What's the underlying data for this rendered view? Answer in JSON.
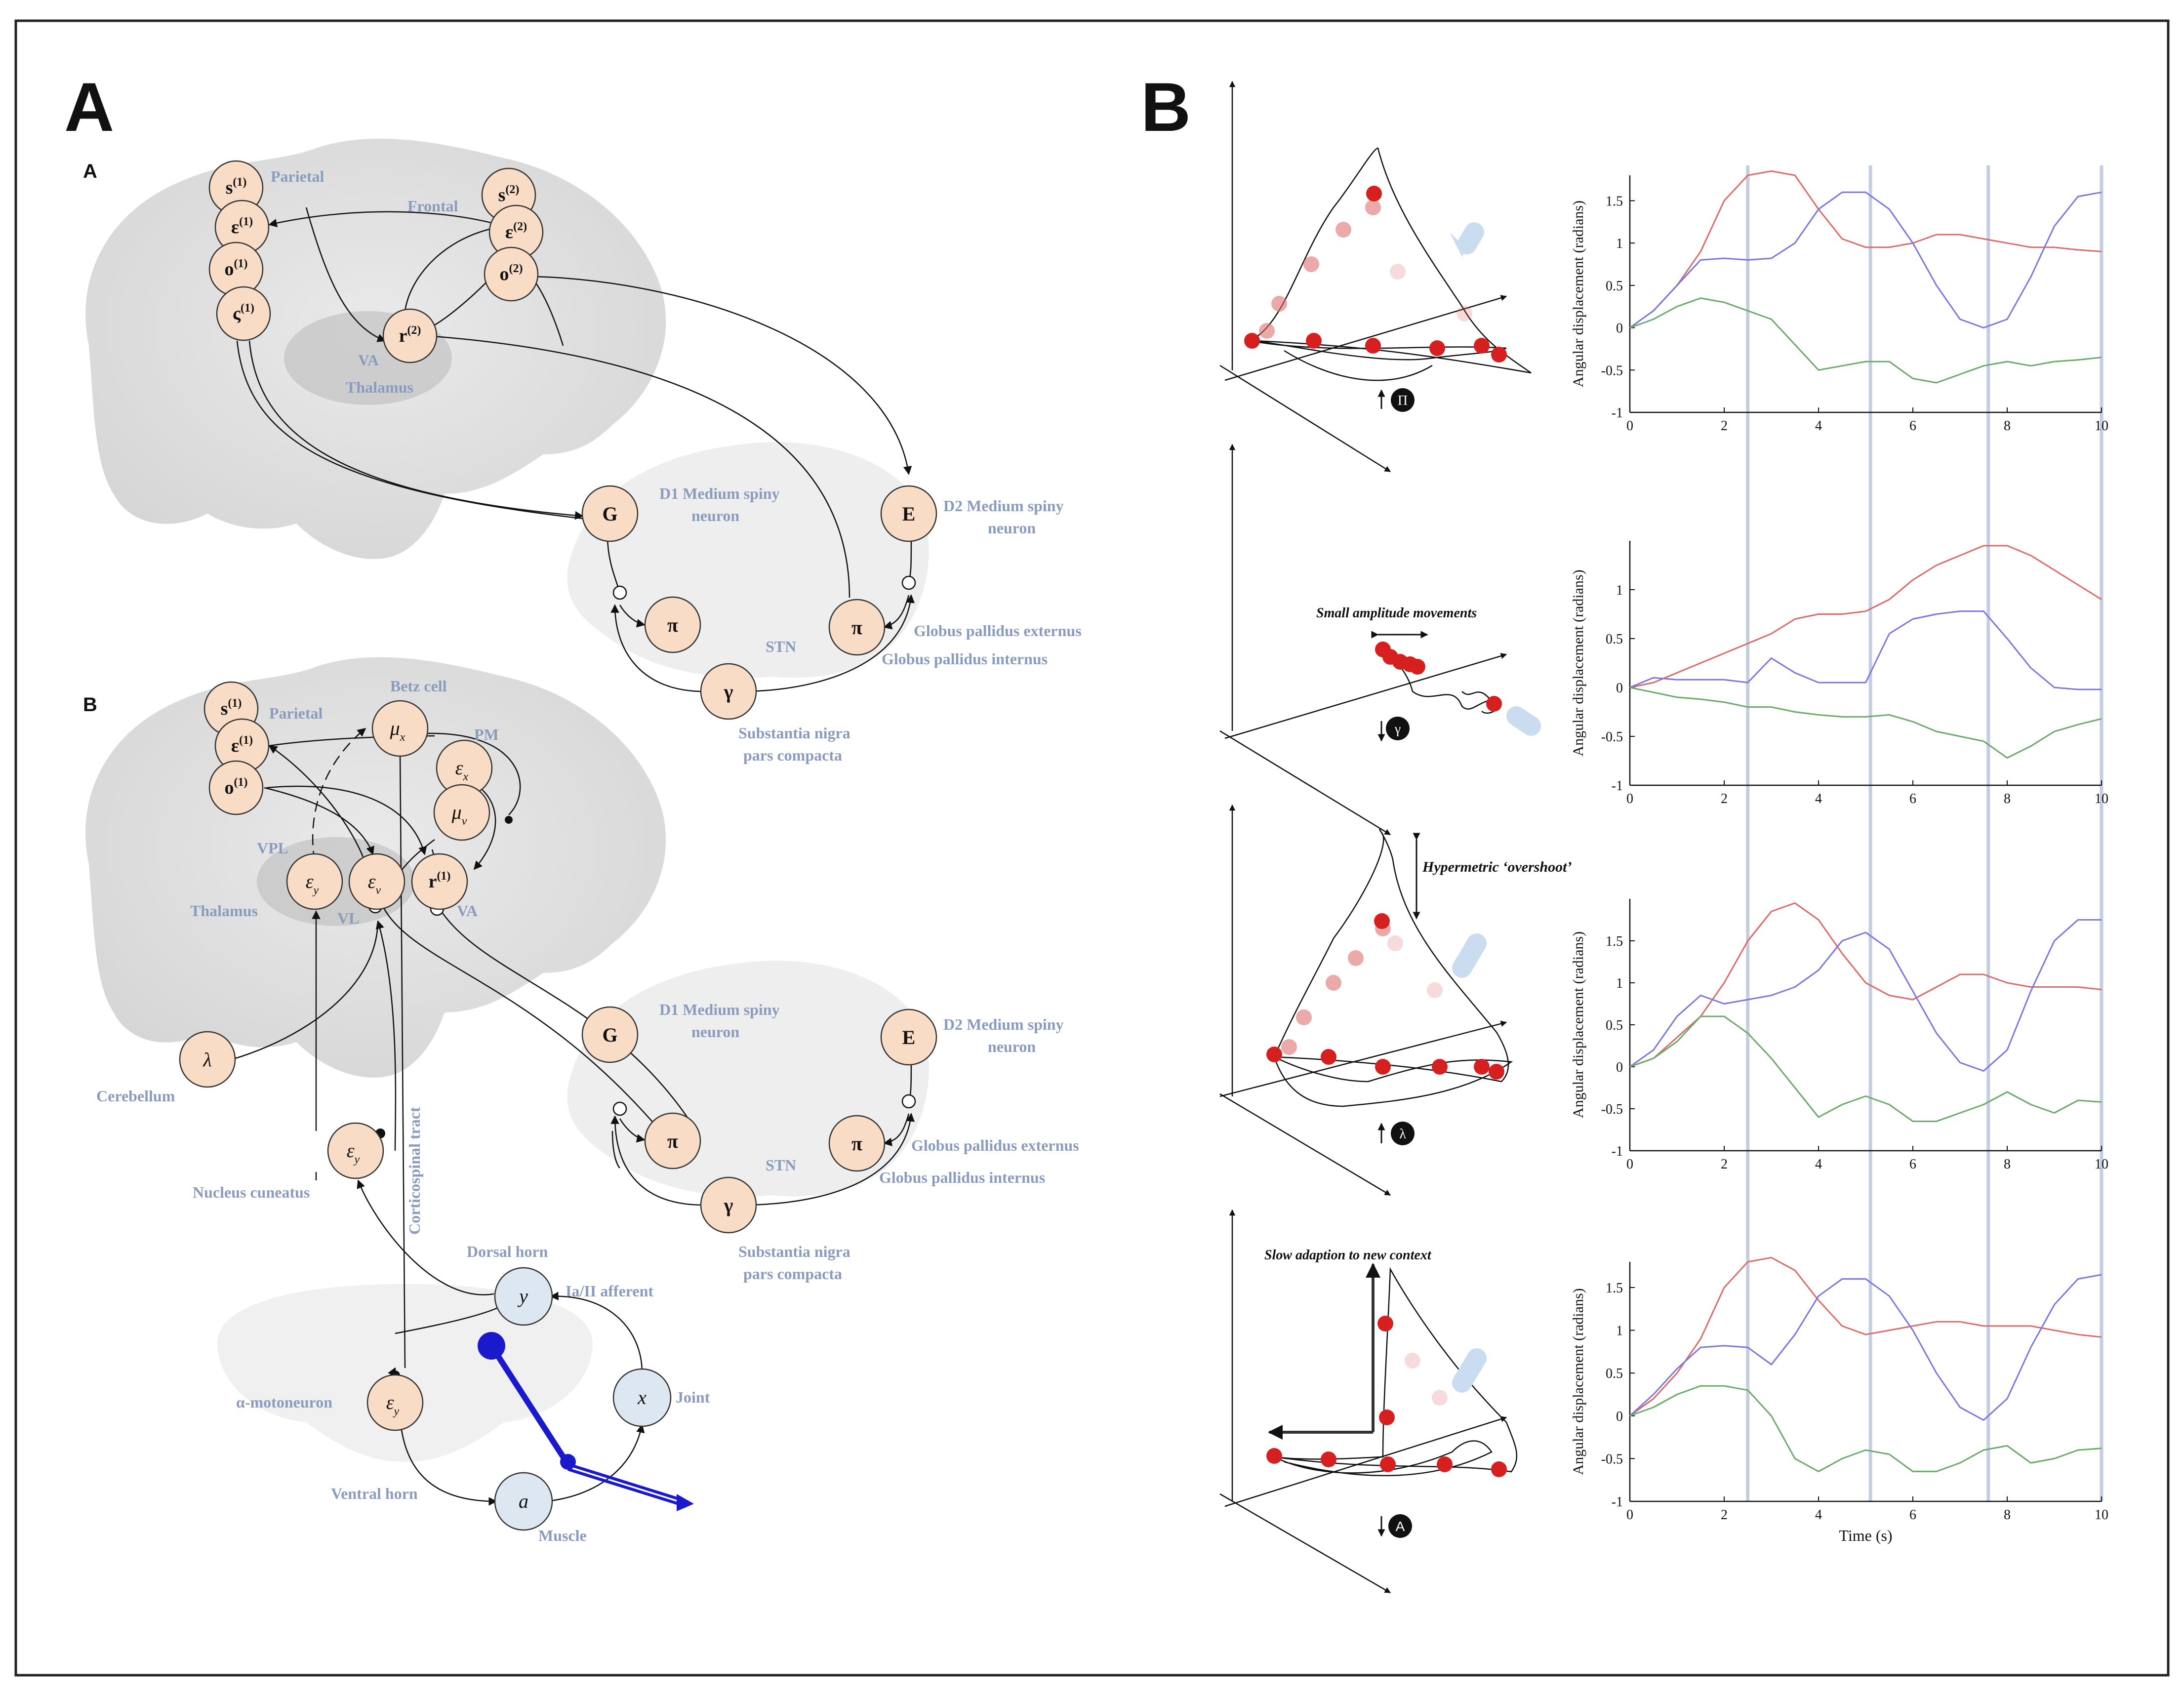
{
  "panels": {
    "A": "A",
    "B": "B"
  },
  "sections": {
    "a": "A",
    "b": "B"
  },
  "colors": {
    "node_fill": "#f9dcc6",
    "node_blue": "#dde7f1",
    "label": "#8a9cbd",
    "red": "#e06a6a",
    "blue": "#7a78e0",
    "green": "#6aaa6a",
    "arm": "#1a1acc"
  },
  "diagramA": {
    "nodes": {
      "s1": "s",
      "e1": "ε",
      "o1": "o",
      "c1": "ς",
      "s2": "s",
      "e2": "ε",
      "o2": "o",
      "r2": "r",
      "G": "G",
      "E": "E",
      "pi1": "π",
      "pi2": "π",
      "gamma": "γ"
    },
    "sup1": "(1)",
    "sup2": "(2)",
    "labels": {
      "parietal": "Parietal",
      "frontal": "Frontal",
      "va": "VA",
      "thalamus": "Thalamus",
      "d1_1": "D1 Medium spiny",
      "d1_2": "neuron",
      "d2_1": "D2 Medium spiny",
      "d2_2": "neuron",
      "stn": "STN",
      "gpe": "Globus pallidus externus",
      "gpi": "Globus pallidus internus",
      "snpc_1": "Substantia nigra",
      "snpc_2": "pars compacta"
    }
  },
  "diagramB": {
    "nodes": {
      "s1": "s",
      "e1": "ε",
      "o1": "o",
      "mux": "μ",
      "mux_sub": "x",
      "ex": "ε",
      "ex_sub": "x",
      "muv": "μ",
      "muv_sub": "v",
      "ey": "ε",
      "ey_sub": "y",
      "ev": "ε",
      "ev_sub": "v",
      "r1": "r",
      "lambda": "λ",
      "G": "G",
      "E": "E",
      "pi1": "π",
      "pi2": "π",
      "gamma": "γ",
      "y": "y",
      "x": "x",
      "a": "a"
    },
    "sup1": "(1)",
    "labels": {
      "betz": "Betz cell",
      "parietal": "Parietal",
      "pm": "PM",
      "vpl": "VPL",
      "thalamus": "Thalamus",
      "vl": "VL",
      "va": "VA",
      "cerebellum": "Cerebellum",
      "cortico": "Corticospinal tract",
      "cuneatus": "Nucleus cuneatus",
      "dorsal": "Dorsal horn",
      "ia": "Ia/II afferent",
      "joint": "Joint",
      "alpha": "α-motoneuron",
      "ventral": "Ventral horn",
      "muscle": "Muscle",
      "d1_1": "D1 Medium spiny",
      "d1_2": "neuron",
      "d2_1": "D2 Medium spiny",
      "d2_2": "neuron",
      "stn": "STN",
      "gpe": "Globus pallidus externus",
      "gpi": "Globus pallidus internus",
      "snpc_1": "Substantia nigra",
      "snpc_2": "pars compacta"
    }
  },
  "trajectories": {
    "t1_icon": "Π",
    "t2_icon": "γ",
    "t3_icon": "λ",
    "t4_icon": "A",
    "t2_note": "Small amplitude movements",
    "t3_note": "Hypermetric ‘overshoot’",
    "t4_note": "Slow adaption to new context"
  },
  "chart_data": [
    {
      "type": "line",
      "ylabel": "Angular displacement (radians)",
      "xlim": [
        0,
        10
      ],
      "ylim": [
        -1,
        1.8
      ],
      "xticks": [
        0,
        2,
        4,
        6,
        8,
        10
      ],
      "yticks": [
        -1,
        -0.5,
        0,
        0.5,
        1,
        1.5
      ],
      "vlines": [
        2.5,
        5.1,
        7.6,
        10
      ],
      "x": [
        0,
        0.5,
        1,
        1.5,
        2,
        2.5,
        3,
        3.5,
        4,
        4.5,
        5,
        5.5,
        6,
        6.5,
        7,
        7.5,
        8,
        8.5,
        9,
        9.5,
        10
      ],
      "series": [
        {
          "color": "red",
          "values": [
            0,
            0.2,
            0.5,
            0.9,
            1.5,
            1.8,
            1.85,
            1.8,
            1.4,
            1.05,
            0.95,
            0.95,
            1.0,
            1.1,
            1.1,
            1.05,
            1.0,
            0.95,
            0.95,
            0.92,
            0.9
          ]
        },
        {
          "color": "blue",
          "values": [
            0,
            0.2,
            0.5,
            0.8,
            0.82,
            0.8,
            0.82,
            1.0,
            1.4,
            1.6,
            1.6,
            1.4,
            1.0,
            0.5,
            0.1,
            0.0,
            0.1,
            0.6,
            1.2,
            1.55,
            1.6
          ]
        },
        {
          "color": "green",
          "values": [
            0,
            0.1,
            0.25,
            0.35,
            0.3,
            0.2,
            0.1,
            -0.2,
            -0.5,
            -0.45,
            -0.4,
            -0.4,
            -0.6,
            -0.65,
            -0.55,
            -0.45,
            -0.4,
            -0.45,
            -0.4,
            -0.38,
            -0.35
          ]
        }
      ]
    },
    {
      "type": "line",
      "ylabel": "Angular displacement (radians)",
      "xlim": [
        0,
        10
      ],
      "ylim": [
        -1,
        1.5
      ],
      "xticks": [
        0,
        2,
        4,
        6,
        8,
        10
      ],
      "yticks": [
        -1,
        -0.5,
        0,
        0.5,
        1
      ],
      "vlines": [
        2.5,
        5.1,
        7.6,
        10
      ],
      "x": [
        0,
        0.5,
        1,
        1.5,
        2,
        2.5,
        3,
        3.5,
        4,
        4.5,
        5,
        5.5,
        6,
        6.5,
        7,
        7.5,
        8,
        8.5,
        9,
        9.5,
        10
      ],
      "series": [
        {
          "color": "red",
          "values": [
            0,
            0.05,
            0.15,
            0.25,
            0.35,
            0.45,
            0.55,
            0.7,
            0.75,
            0.75,
            0.78,
            0.9,
            1.1,
            1.25,
            1.35,
            1.45,
            1.45,
            1.35,
            1.2,
            1.05,
            0.9
          ]
        },
        {
          "color": "blue",
          "values": [
            0,
            0.1,
            0.08,
            0.08,
            0.08,
            0.05,
            0.3,
            0.15,
            0.05,
            0.05,
            0.05,
            0.55,
            0.7,
            0.75,
            0.78,
            0.78,
            0.5,
            0.2,
            0.0,
            -0.02,
            -0.02
          ]
        },
        {
          "color": "green",
          "values": [
            0,
            -0.05,
            -0.1,
            -0.12,
            -0.15,
            -0.2,
            -0.2,
            -0.25,
            -0.28,
            -0.3,
            -0.3,
            -0.28,
            -0.35,
            -0.45,
            -0.5,
            -0.55,
            -0.72,
            -0.6,
            -0.45,
            -0.38,
            -0.32
          ]
        }
      ]
    },
    {
      "type": "line",
      "ylabel": "Angular displacement (radians)",
      "xlim": [
        0,
        10
      ],
      "ylim": [
        -1,
        2
      ],
      "xticks": [
        0,
        2,
        4,
        6,
        8,
        10
      ],
      "yticks": [
        -1,
        -0.5,
        0,
        0.5,
        1,
        1.5
      ],
      "vlines": [
        2.5,
        5.1,
        7.6,
        10
      ],
      "x": [
        0,
        0.5,
        1,
        1.5,
        2,
        2.5,
        3,
        3.5,
        4,
        4.5,
        5,
        5.5,
        6,
        6.5,
        7,
        7.5,
        8,
        8.5,
        9,
        9.5,
        10
      ],
      "series": [
        {
          "color": "red",
          "values": [
            0,
            0.1,
            0.35,
            0.6,
            1.0,
            1.5,
            1.85,
            1.95,
            1.75,
            1.35,
            1.0,
            0.85,
            0.8,
            0.95,
            1.1,
            1.1,
            1.0,
            0.95,
            0.95,
            0.95,
            0.92
          ]
        },
        {
          "color": "blue",
          "values": [
            0,
            0.2,
            0.6,
            0.85,
            0.75,
            0.8,
            0.85,
            0.95,
            1.15,
            1.5,
            1.6,
            1.4,
            0.9,
            0.4,
            0.05,
            -0.05,
            0.2,
            0.9,
            1.5,
            1.75,
            1.75
          ]
        },
        {
          "color": "green",
          "values": [
            0,
            0.1,
            0.3,
            0.6,
            0.6,
            0.4,
            0.1,
            -0.25,
            -0.6,
            -0.45,
            -0.35,
            -0.45,
            -0.65,
            -0.65,
            -0.55,
            -0.45,
            -0.3,
            -0.45,
            -0.55,
            -0.4,
            -0.42
          ]
        }
      ]
    },
    {
      "type": "line",
      "ylabel": "Angular displacement (radians)",
      "xlabel": "Time (s)",
      "xlim": [
        0,
        10
      ],
      "ylim": [
        -1,
        1.8
      ],
      "xticks": [
        0,
        2,
        4,
        6,
        8,
        10
      ],
      "yticks": [
        -1,
        -0.5,
        0,
        0.5,
        1,
        1.5
      ],
      "vlines": [
        2.5,
        5.1,
        7.6,
        10
      ],
      "x": [
        0,
        0.5,
        1,
        1.5,
        2,
        2.5,
        3,
        3.5,
        4,
        4.5,
        5,
        5.5,
        6,
        6.5,
        7,
        7.5,
        8,
        8.5,
        9,
        9.5,
        10
      ],
      "series": [
        {
          "color": "red",
          "values": [
            0,
            0.2,
            0.5,
            0.9,
            1.5,
            1.8,
            1.85,
            1.7,
            1.35,
            1.05,
            0.95,
            1.0,
            1.05,
            1.1,
            1.1,
            1.05,
            1.05,
            1.05,
            1.0,
            0.95,
            0.92
          ]
        },
        {
          "color": "blue",
          "values": [
            0,
            0.25,
            0.55,
            0.8,
            0.82,
            0.8,
            0.6,
            0.95,
            1.4,
            1.6,
            1.6,
            1.4,
            1.0,
            0.5,
            0.1,
            -0.05,
            0.2,
            0.8,
            1.3,
            1.6,
            1.65
          ]
        },
        {
          "color": "green",
          "values": [
            0,
            0.1,
            0.25,
            0.35,
            0.35,
            0.3,
            0.0,
            -0.5,
            -0.65,
            -0.5,
            -0.4,
            -0.45,
            -0.65,
            -0.65,
            -0.55,
            -0.4,
            -0.35,
            -0.55,
            -0.5,
            -0.4,
            -0.38
          ]
        }
      ]
    }
  ],
  "xaxis_label": "Time (s)"
}
